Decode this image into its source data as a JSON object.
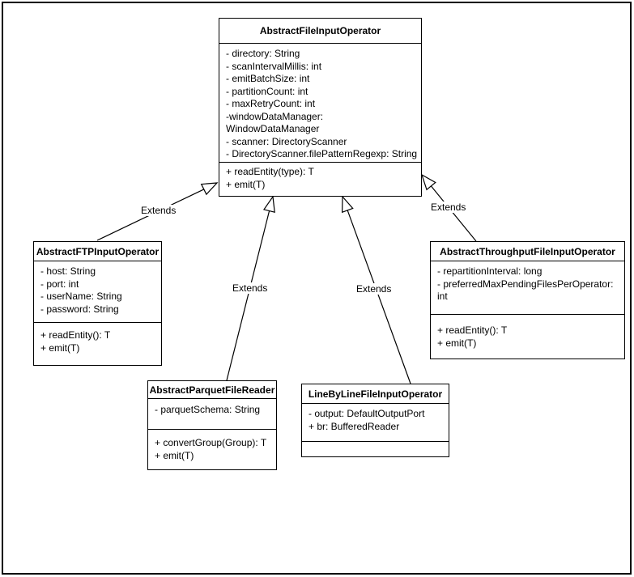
{
  "diagram": {
    "title": "UML class diagram - file input operator hierarchy",
    "colors": {
      "stroke": "#000000",
      "background": "#ffffff"
    }
  },
  "classes": [
    {
      "name": "AbstractFileInputOperator",
      "attribute_lines": [
        "- directory: String",
        "- scanIntervalMillis: int",
        "- emitBatchSize: int",
        "- partitionCount: int",
        "- maxRetryCount: int",
        "-windowDataManager:",
        "WindowDataManager",
        "- scanner: DirectoryScanner",
        "- DirectoryScanner.filePatternRegexp: String"
      ],
      "method_lines": [
        "+ readEntity(type): T",
        "+ emit(T)"
      ]
    },
    {
      "name": "AbstractFTPInputOperator",
      "attribute_lines": [
        "- host: String",
        "- port: int",
        "- userName: String",
        "- password: String"
      ],
      "method_lines": [
        "+ readEntity(): T",
        "+ emit(T)"
      ]
    },
    {
      "name": "AbstractThroughputFileInputOperator",
      "attribute_lines": [
        "- repartitionInterval: long",
        "- preferredMaxPendingFilesPerOperator:",
        "int"
      ],
      "method_lines": [
        "+ readEntity(): T",
        "+ emit(T)"
      ]
    },
    {
      "name": "AbstractParquetFileReader",
      "attribute_lines": [
        "- parquetSchema: String"
      ],
      "method_lines": [
        "+ convertGroup(Group): T",
        "+ emit(T)"
      ]
    },
    {
      "name": "LineByLineFileInputOperator",
      "attribute_lines": [
        "- output: DefaultOutputPort",
        "+ br: BufferedReader"
      ],
      "method_lines": []
    }
  ],
  "relationships": [
    {
      "from": "AbstractFTPInputOperator",
      "to": "AbstractFileInputOperator",
      "label": "Extends"
    },
    {
      "from": "AbstractParquetFileReader",
      "to": "AbstractFileInputOperator",
      "label": "Extends"
    },
    {
      "from": "LineByLineFileInputOperator",
      "to": "AbstractFileInputOperator",
      "label": "Extends"
    },
    {
      "from": "AbstractThroughputFileInputOperator",
      "to": "AbstractFileInputOperator",
      "label": "Extends"
    }
  ]
}
